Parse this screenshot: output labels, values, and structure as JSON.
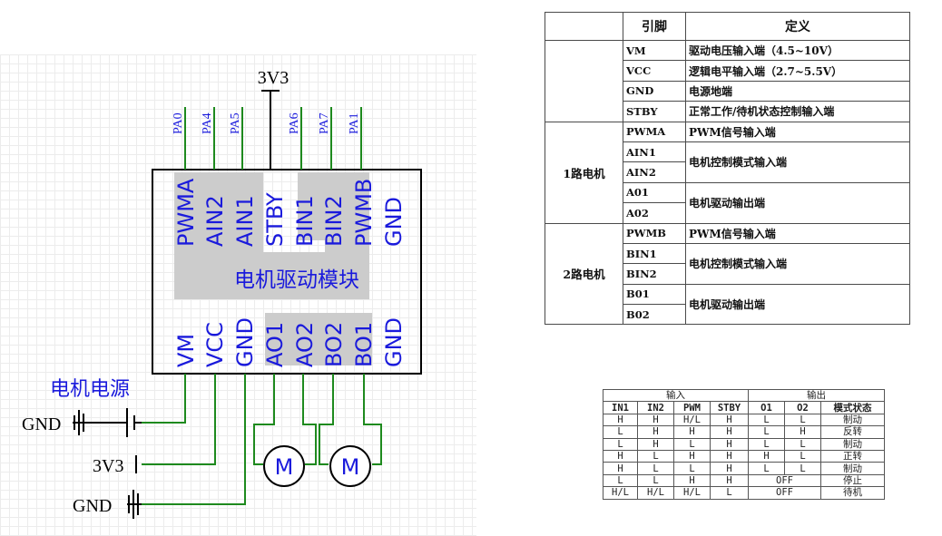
{
  "schematic": {
    "power_top": "3V3",
    "module_label": "电机驱动模块",
    "power_source_label": "电机电源",
    "top_port_labels": [
      "PA0",
      "PA4",
      "PA5",
      "PA6",
      "PA7",
      "PA1"
    ],
    "top_pins": [
      "PWMA",
      "AIN2",
      "AIN1",
      "STBY",
      "BIN1",
      "BIN2",
      "PWMB",
      "GND"
    ],
    "bottom_pins": [
      "VM",
      "VCC",
      "GND",
      "AO1",
      "AO2",
      "BO2",
      "BO1",
      "GND"
    ],
    "left_sources": [
      "GND",
      "3V3",
      "GND"
    ],
    "motor_symbols": [
      "M",
      "M"
    ],
    "colors": {
      "pin_text": "#1a1adc",
      "net_wire": "#1e8a1e",
      "module_shade": "#cccccc",
      "outline": "#000000"
    }
  },
  "pin_table": {
    "headers": [
      "",
      "引脚",
      "定义"
    ],
    "common_rows": [
      {
        "pin": "VM",
        "def": "驱动电压输入端（4.5~10V）"
      },
      {
        "pin": "VCC",
        "def": "逻辑电平输入端（2.7~5.5V）"
      },
      {
        "pin": "GND",
        "def": "电源地端"
      },
      {
        "pin": "STBY",
        "def": "正常工作/待机状态控制输入端"
      }
    ],
    "groups": [
      {
        "name": "1路电机",
        "pins": [
          "PWMA",
          "AIN1",
          "AIN2",
          "A01",
          "A02"
        ],
        "defs": [
          "PWM信号输入端",
          "电机控制模式输入端",
          "电机驱动输出端"
        ]
      },
      {
        "name": "2路电机",
        "pins": [
          "PWMB",
          "BIN1",
          "BIN2",
          "B01",
          "B02"
        ],
        "defs": [
          "PWM信号输入端",
          "电机控制模式输入端",
          "电机驱动输出端"
        ]
      }
    ]
  },
  "truth_table": {
    "group_headers": [
      "输入",
      "输出"
    ],
    "columns": [
      "IN1",
      "IN2",
      "PWM",
      "STBY",
      "O1",
      "O2",
      "模式状态"
    ],
    "rows": [
      [
        "H",
        "H",
        "H/L",
        "H",
        "L",
        "L",
        "制动"
      ],
      [
        "L",
        "H",
        "H",
        "H",
        "L",
        "H",
        "反转"
      ],
      [
        "L",
        "H",
        "L",
        "H",
        "L",
        "L",
        "制动"
      ],
      [
        "H",
        "L",
        "H",
        "H",
        "H",
        "L",
        "正转"
      ],
      [
        "H",
        "L",
        "L",
        "H",
        "L",
        "L",
        "制动"
      ],
      [
        "L",
        "L",
        "H",
        "H",
        "OFF",
        "",
        "停止"
      ],
      [
        "H/L",
        "H/L",
        "H/L",
        "L",
        "OFF",
        "",
        "待机"
      ]
    ]
  }
}
